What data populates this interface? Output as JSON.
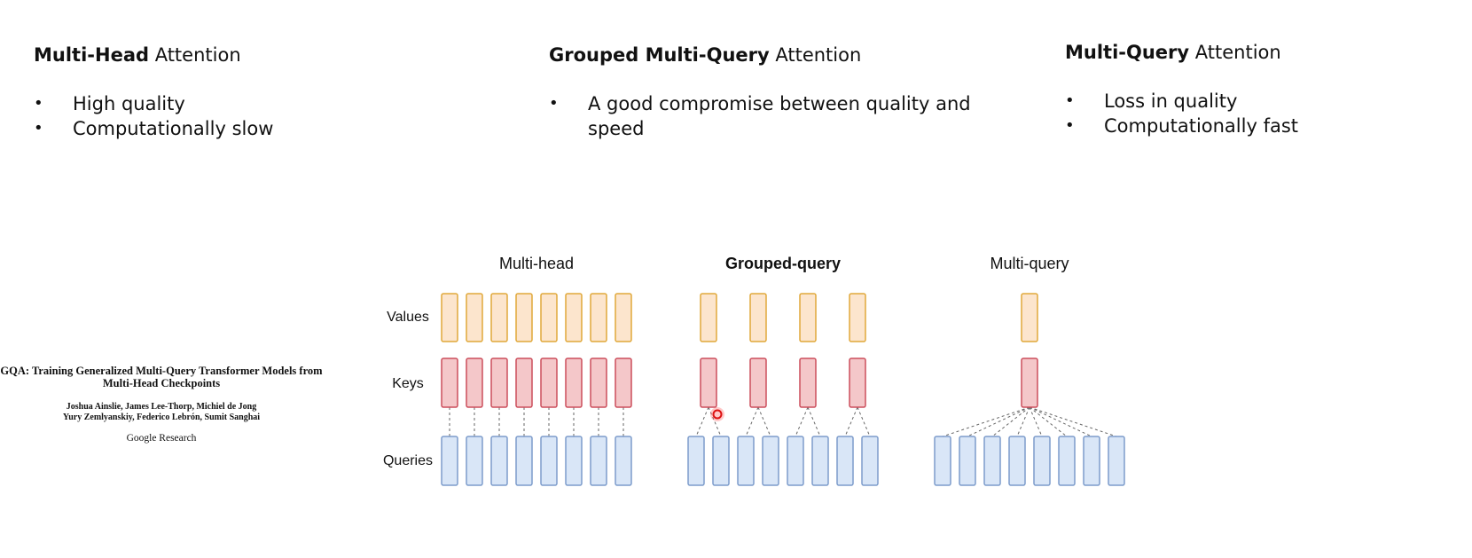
{
  "columns": [
    {
      "title_bold": "Multi-Head",
      "title_rest": " Attention",
      "bullets": [
        "High quality",
        "Computationally slow"
      ]
    },
    {
      "title_bold": "Grouped Multi-Query",
      "title_rest": " Attention",
      "bullets": [
        "A good compromise between quality and speed"
      ]
    },
    {
      "title_bold": "Multi-Query",
      "title_rest": " Attention",
      "bullets": [
        "Loss in quality",
        "Computationally fast"
      ]
    }
  ],
  "paper": {
    "title_line1": "GQA: Training Generalized Multi-Query Transformer Models from",
    "title_line2": "Multi-Head Checkpoints",
    "authors_line1": "Joshua Ainslie, James Lee-Thorp, Michiel de Jong",
    "authors_line2": "Yury Zemlyanskiy, Federico Lebrón, Sumit Sanghai",
    "affiliation": "Google Research"
  },
  "diagram": {
    "row_labels": {
      "values": "Values",
      "keys": "Keys",
      "queries": "Queries"
    },
    "panels": [
      {
        "title": "Multi-head",
        "bold": false,
        "num_queries": 8,
        "num_kv": 8
      },
      {
        "title": "Grouped-query",
        "bold": true,
        "num_queries": 8,
        "num_kv": 4
      },
      {
        "title": "Multi-query",
        "bold": false,
        "num_queries": 8,
        "num_kv": 1
      }
    ],
    "colors": {
      "value_fill": "#fce5cd",
      "value_stroke": "#e0a83a",
      "key_fill": "#f4c7c9",
      "key_stroke": "#cc4e5c",
      "query_fill": "#d9e6f7",
      "query_stroke": "#7d9ccb",
      "connector": "#666666"
    }
  }
}
